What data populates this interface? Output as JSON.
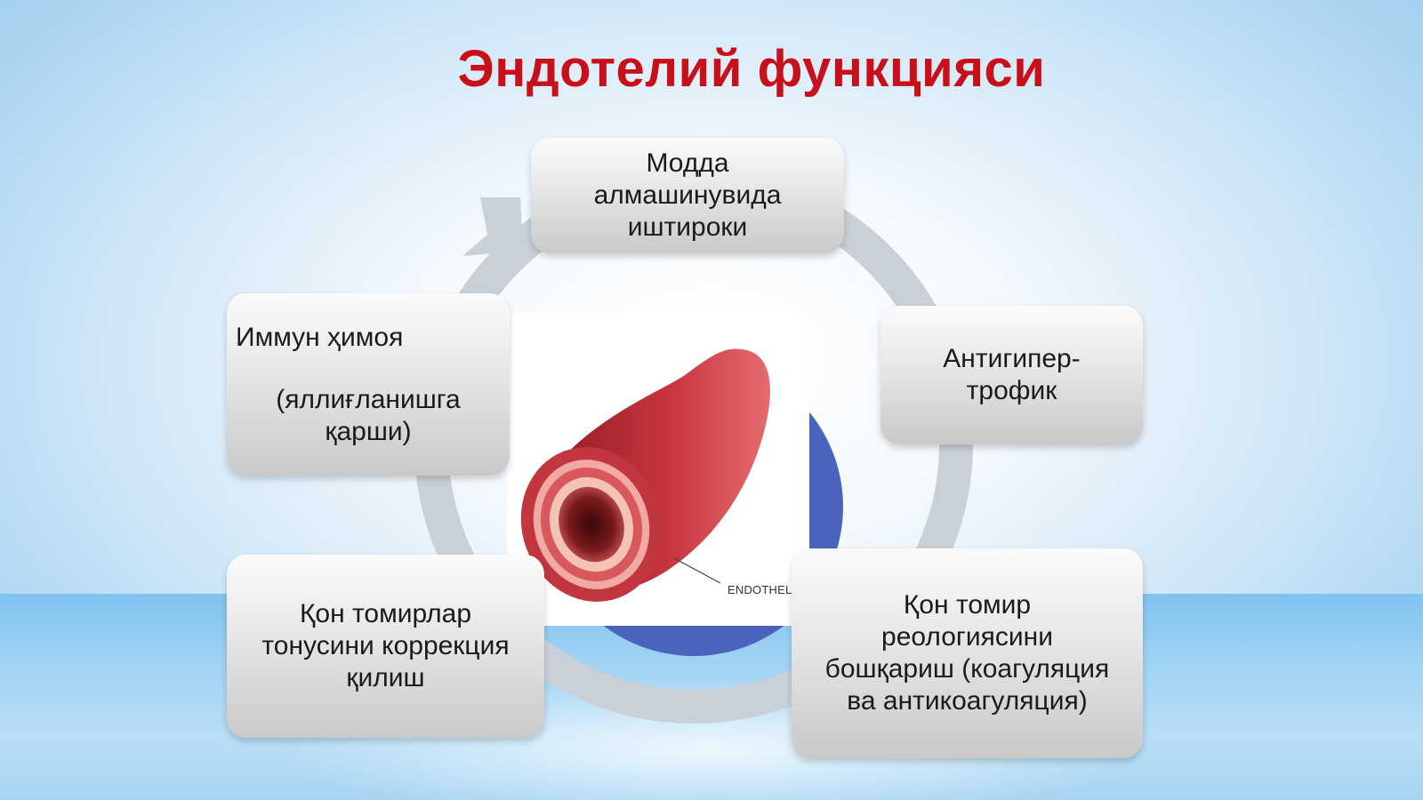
{
  "title": "Эндотелий функцияси",
  "center": {
    "image_label": "ENDOTHELIUM"
  },
  "boxes": [
    {
      "lines": [
        "Модда",
        "алмашинувида",
        "иштироки"
      ]
    },
    {
      "lines": [
        "Антигипер-",
        "трофик"
      ]
    },
    {
      "lines": [
        "Қон томир",
        "реологиясини",
        "бошқариш (коагуляция",
        "ва антикоагуляция)"
      ]
    },
    {
      "lines": [
        "Қон томирлар",
        "тонусини коррекция",
        "қилиш"
      ]
    },
    {
      "lines": [
        "Иммун ҳимоя",
        "(яллиғланишга",
        "қарши)"
      ]
    }
  ],
  "colors": {
    "title": "#c8101a",
    "cycle_ring": "#c9d0d8",
    "center_disc": "#4a64bd",
    "vessel": "#c0303a"
  }
}
